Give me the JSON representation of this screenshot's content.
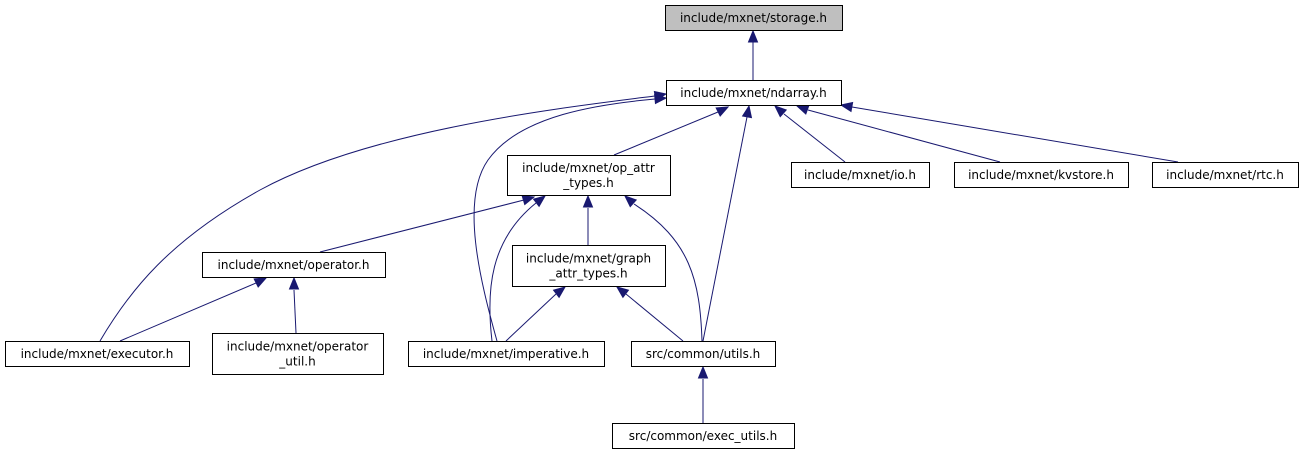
{
  "diagram": {
    "type": "include-dependency-graph",
    "edge_color": "#191970",
    "root_fill": "#bfbfbf",
    "nodes": [
      {
        "id": "storage",
        "lines": [
          "include/mxnet/storage.h"
        ],
        "root": true
      },
      {
        "id": "ndarray",
        "lines": [
          "include/mxnet/ndarray.h"
        ]
      },
      {
        "id": "op_attr_types",
        "lines": [
          "include/mxnet/op_attr",
          "_types.h"
        ]
      },
      {
        "id": "io",
        "lines": [
          "include/mxnet/io.h"
        ]
      },
      {
        "id": "kvstore",
        "lines": [
          "include/mxnet/kvstore.h"
        ]
      },
      {
        "id": "rtc",
        "lines": [
          "include/mxnet/rtc.h"
        ]
      },
      {
        "id": "operator",
        "lines": [
          "include/mxnet/operator.h"
        ]
      },
      {
        "id": "graph_attr_types",
        "lines": [
          "include/mxnet/graph",
          "_attr_types.h"
        ]
      },
      {
        "id": "executor",
        "lines": [
          "include/mxnet/executor.h"
        ]
      },
      {
        "id": "operator_util",
        "lines": [
          "include/mxnet/operator",
          "_util.h"
        ]
      },
      {
        "id": "imperative",
        "lines": [
          "include/mxnet/imperative.h"
        ]
      },
      {
        "id": "utils",
        "lines": [
          "src/common/utils.h"
        ]
      },
      {
        "id": "exec_utils",
        "lines": [
          "src/common/exec_utils.h"
        ]
      }
    ],
    "edges": [
      {
        "from": "ndarray",
        "to": "storage"
      },
      {
        "from": "executor",
        "to": "ndarray"
      },
      {
        "from": "imperative",
        "to": "ndarray"
      },
      {
        "from": "op_attr_types",
        "to": "ndarray"
      },
      {
        "from": "utils",
        "to": "ndarray"
      },
      {
        "from": "io",
        "to": "ndarray"
      },
      {
        "from": "kvstore",
        "to": "ndarray"
      },
      {
        "from": "rtc",
        "to": "ndarray"
      },
      {
        "from": "operator",
        "to": "op_attr_types"
      },
      {
        "from": "imperative",
        "to": "op_attr_types"
      },
      {
        "from": "graph_attr_types",
        "to": "op_attr_types"
      },
      {
        "from": "utils",
        "to": "op_attr_types"
      },
      {
        "from": "executor",
        "to": "operator"
      },
      {
        "from": "operator_util",
        "to": "operator"
      },
      {
        "from": "imperative",
        "to": "graph_attr_types"
      },
      {
        "from": "utils",
        "to": "graph_attr_types"
      },
      {
        "from": "exec_utils",
        "to": "utils"
      }
    ]
  }
}
